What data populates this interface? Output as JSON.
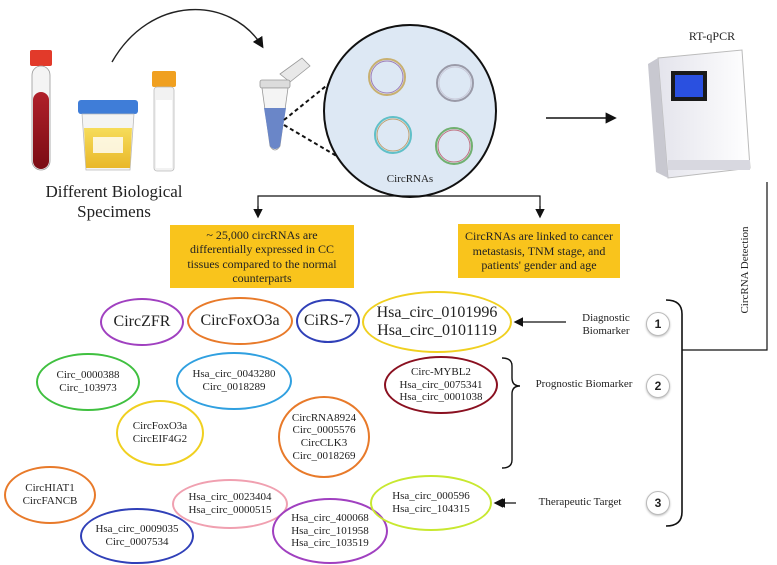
{
  "specimens": {
    "label_line1": "Different Biological",
    "label_line2": "Specimens"
  },
  "circ_label": "CircRNAs",
  "qpcr_label": "RT-qPCR",
  "detection_label": "CircRNA Detection",
  "box_left": {
    "line1": "~ 25,000 circRNAs are",
    "line2": "differentially expressed in CC",
    "line3": "tissues compared to the normal",
    "line4": "counterparts"
  },
  "box_right": {
    "line1": "CircRNAs are linked to cancer",
    "line2": "metastasis, TNM stage, and",
    "line3": "patients' gender and age"
  },
  "diagnostic": {
    "label1": "Diagnostic",
    "label2": "Biomarker",
    "number": "1",
    "ovals": [
      "CircZFR",
      "CircFoxO3a",
      "CiRS-7"
    ],
    "highlight": [
      "Hsa_circ_0101996",
      "Hsa_circ_0101119"
    ]
  },
  "prognostic": {
    "label": "Prognostic Biomarker",
    "number": "2",
    "highlight": [
      "Circ-MYBL2",
      "Hsa_circ_0075341",
      "Hsa_circ_0001038"
    ],
    "ovals": [
      [
        "Circ_0000388",
        "Circ_103973"
      ],
      [
        "Hsa_circ_0043280",
        "Circ_0018289"
      ],
      [
        "CircFoxO3a",
        "CircEIF4G2"
      ],
      [
        "CircRNA8924",
        "Circ_0005576",
        "CircCLK3",
        "Circ_0018269"
      ]
    ]
  },
  "therapeutic": {
    "label": "Therapeutic Target",
    "number": "3",
    "highlight": [
      "Hsa_circ_000596",
      "Hsa_circ_104315"
    ],
    "ovals": [
      [
        "CircHIAT1",
        "CircFANCB"
      ],
      [
        "Hsa_circ_0023404",
        "Hsa_circ_0000515"
      ],
      [
        "Hsa_circ_0009035",
        "Circ_0007534"
      ],
      [
        "Hsa_circ_400068",
        "Hsa_circ_101958",
        "Hsa_circ_103519"
      ]
    ]
  },
  "colors": {
    "box_yellow": "#f9c41c",
    "purple": "#a040c0",
    "orange": "#e87a2a",
    "blue": "#3040b8",
    "yellow": "#f0d020",
    "dark_red": "#8a1020",
    "green": "#40c040",
    "sky": "#30a0e0",
    "pink": "#f0a0b0",
    "lime": "#c8e830"
  }
}
